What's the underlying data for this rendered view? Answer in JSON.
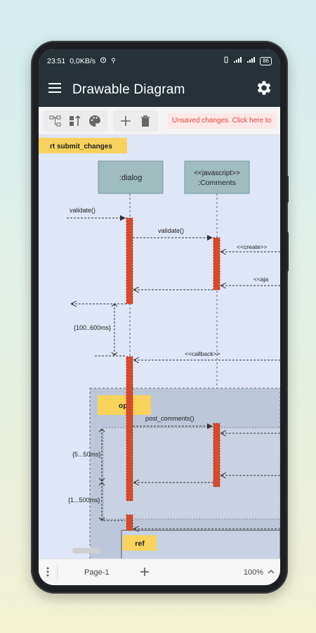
{
  "status": {
    "time": "23:51",
    "network_speed": "0,0KB/s",
    "battery": "86"
  },
  "app": {
    "title": "Drawable Diagram",
    "menu_icon": "hamburger-menu-icon",
    "settings_icon": "gear-icon"
  },
  "toolbar": {
    "icons": [
      "diagram-tree-icon",
      "sort-icon",
      "palette-icon",
      "add-icon",
      "trash-icon"
    ],
    "unsaved_banner": "Unsaved changes. Click here to"
  },
  "diagram": {
    "frame_label": "rt submit_changes",
    "lifelines": [
      ":dialog",
      "<<javascript>>",
      ":Comments"
    ],
    "messages": {
      "validate1": "validate()",
      "validate2": "validate()",
      "create": "<<create>>",
      "aja": "<<aja",
      "duration1": "{100..600ms}",
      "callback": "<<callback>>",
      "opt": "opt",
      "post_comments": "post_comments()",
      "duration2": "{5...50ms}",
      "duration3": "{1...500ms}",
      "ref": "ref"
    },
    "colors": {
      "canvas_bg": "#dfe6f7",
      "lifeline_box": "#9fbcbf",
      "activation": "#d84a2b",
      "label_fill": "#f7d25c",
      "opt_fill": "#bcc7da"
    }
  },
  "bottom": {
    "more_icon": "more-vertical-icon",
    "page": "Page-1",
    "add_icon": "add-icon",
    "zoom": "100%",
    "chevron_icon": "chevron-up-icon"
  }
}
